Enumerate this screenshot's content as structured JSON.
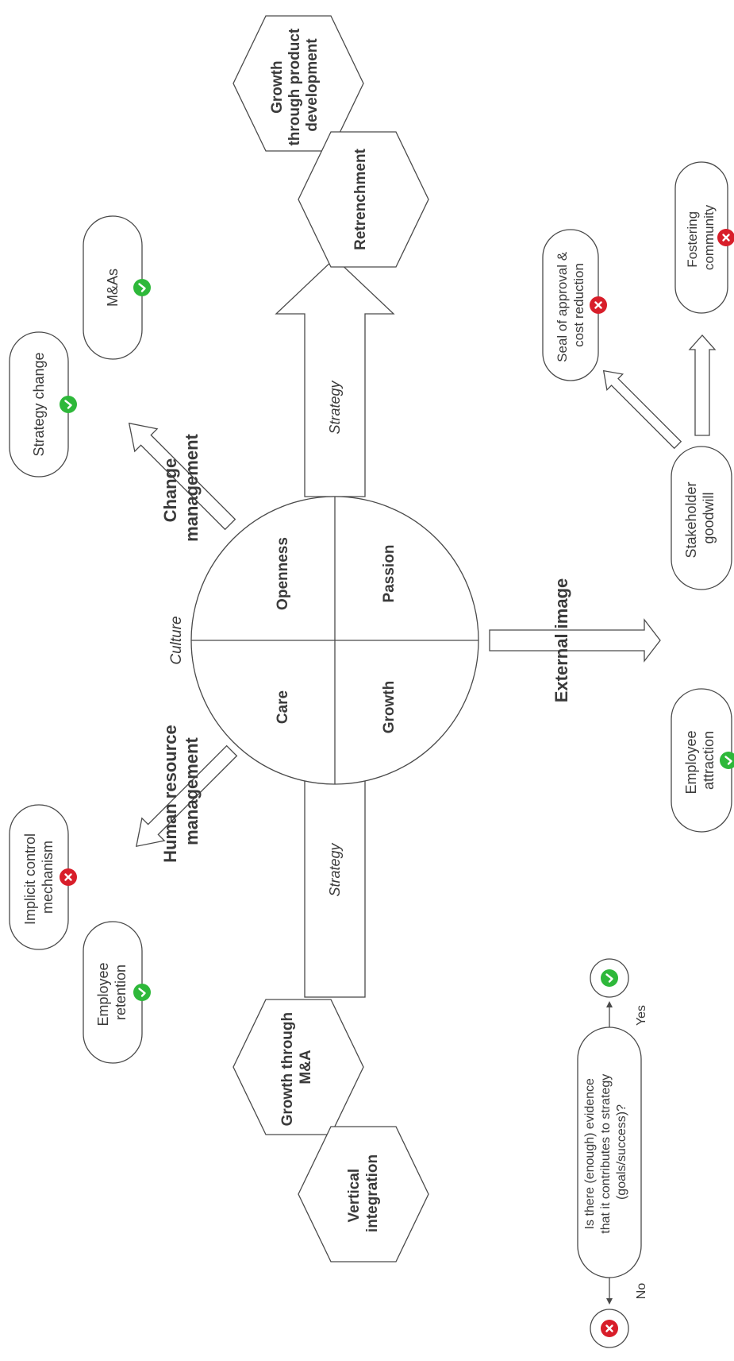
{
  "diagram": {
    "culture_label": "Culture",
    "strategy_label": "Strategy",
    "quadrants": {
      "openness": "Openness",
      "passion": "Passion",
      "care": "Care",
      "growth": "Growth"
    },
    "branches": {
      "change_management": [
        "Change",
        "management"
      ],
      "human_resource_management": [
        "Human resource",
        "management"
      ],
      "external_image": "External image"
    },
    "hexagons": {
      "growth_product": [
        "Growth",
        "through product",
        "development"
      ],
      "retrenchment": "Retrenchment",
      "growth_ma": [
        "Growth through",
        "M&A"
      ],
      "vertical_integration": [
        "Vertical",
        "integration"
      ]
    },
    "pills": {
      "strategy_change": {
        "lines": [
          "Strategy change"
        ],
        "status": "yes"
      },
      "mas": {
        "lines": [
          "M&As"
        ],
        "status": "yes"
      },
      "implicit_control": {
        "lines": [
          "Implicit control",
          "mechanism"
        ],
        "status": "no"
      },
      "employee_retention": {
        "lines": [
          "Employee",
          "retention"
        ],
        "status": "yes"
      },
      "seal_of_approval": {
        "lines": [
          "Seal of approval &",
          "cost reduction"
        ],
        "status": "no"
      },
      "fostering_community": {
        "lines": [
          "Fostering",
          "community"
        ],
        "status": "no"
      },
      "stakeholder_goodwill": {
        "lines": [
          "Stakeholder",
          "goodwill"
        ]
      },
      "employee_attraction": {
        "lines": [
          "Employee",
          "attraction"
        ],
        "status": "yes"
      }
    },
    "legend": {
      "question": [
        "Is there (enough) evidence",
        "that it contributes to strategy",
        "(goals/success)?"
      ],
      "yes": "Yes",
      "no": "No"
    },
    "colors": {
      "yes": "#2eb83a",
      "no": "#d81e2a",
      "stroke": "#4a4a4a",
      "text": "#3a3a3a"
    },
    "icons": {
      "yes": "check-icon",
      "no": "cross-icon"
    }
  }
}
